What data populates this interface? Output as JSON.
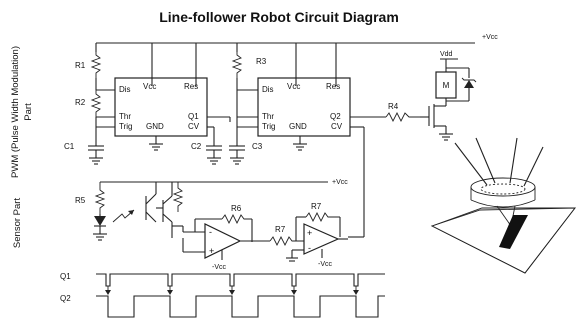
{
  "title": "Line-follower Robot Circuit Diagram",
  "section_labels": {
    "pwm_line1": "PWM (Pulse Width Modulation)",
    "pwm_line2": "Part",
    "sensor": "Sensor Part"
  },
  "supply": {
    "vcc_top": "+Vcc",
    "vcc_mid": "+Vcc",
    "vdd": "Vdd"
  },
  "timer1": {
    "vcc": "Vcc",
    "res": "Res",
    "dis": "Dis",
    "thr": "Thr",
    "trig": "Trig",
    "gnd": "GND",
    "q": "Q1",
    "cv": "CV"
  },
  "timer2": {
    "vcc": "Vcc",
    "res": "Res",
    "dis": "Dis",
    "thr": "Thr",
    "trig": "Trig",
    "gnd": "GND",
    "q": "Q2",
    "cv": "CV"
  },
  "components": {
    "r1": "R1",
    "r2": "R2",
    "r3": "R3",
    "r4": "R4",
    "r5": "R5",
    "r6": "R6",
    "r7a": "R7",
    "r7b": "R7",
    "c1": "C1",
    "c2": "C2",
    "c3": "C3",
    "motor": "M",
    "neg_vcc_1": "-Vcc",
    "neg_vcc_2": "-Vcc",
    "plus_1": "+",
    "minus_1": "-",
    "plus_2": "+",
    "minus_2": "-"
  },
  "waveforms": {
    "q1": "Q1",
    "q2": "Q2"
  }
}
